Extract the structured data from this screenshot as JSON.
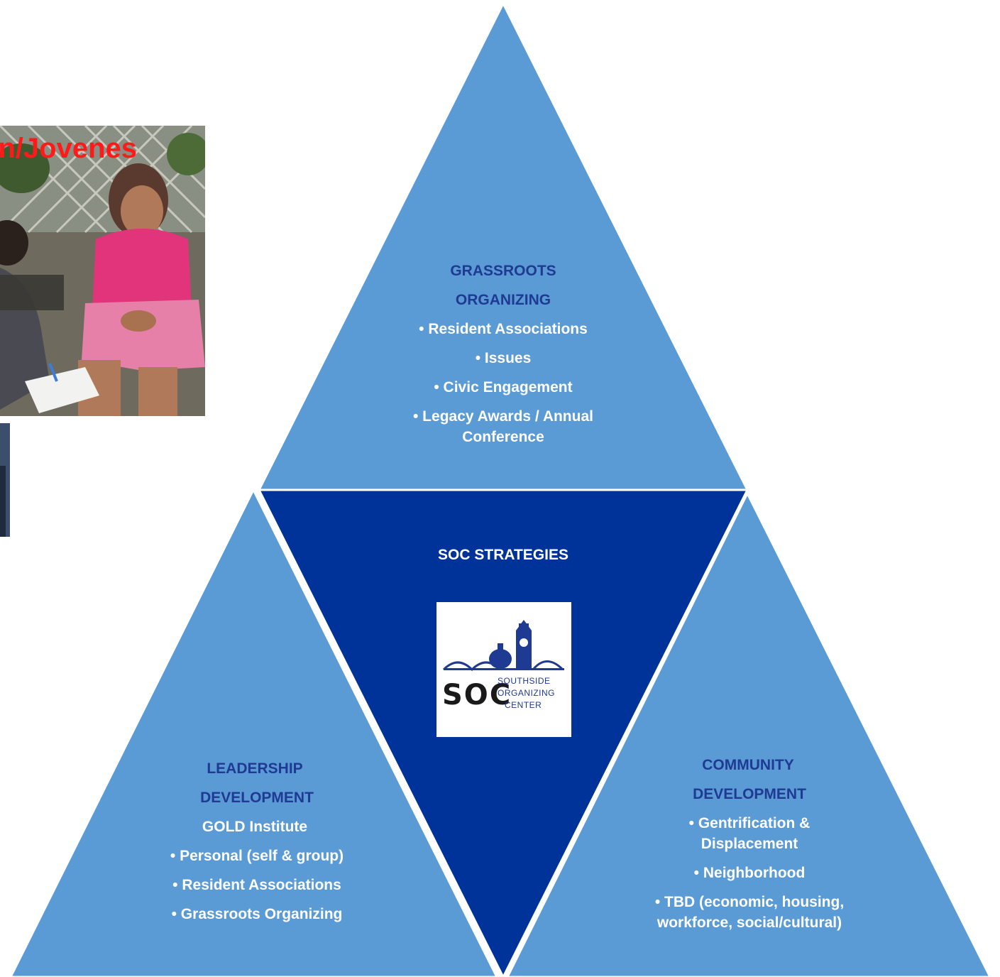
{
  "colors": {
    "outer_triangle": "#5b9bd5",
    "center_triangle": "#003399",
    "heading_text": "#1f3a93",
    "body_text": "#ffffff",
    "overlay_text": "#ff1a1a"
  },
  "photo": {
    "overlay_text": "n/Jovenes"
  },
  "center": {
    "title": "SOC STRATEGIES",
    "logo": {
      "letters": "SOC",
      "line1": "SOUTHSIDE",
      "line2": "ORGANIZING",
      "line3": "CENTER"
    }
  },
  "top": {
    "heading_line1": "GRASSROOTS",
    "heading_line2": "ORGANIZING",
    "items": [
      "• Resident Associations",
      "• Issues",
      "• Civic Engagement",
      "• Legacy Awards / Annual Conference"
    ]
  },
  "left": {
    "heading_line1": "LEADERSHIP",
    "heading_line2": "DEVELOPMENT",
    "subheading": "GOLD Institute",
    "items": [
      "• Personal (self & group)",
      "• Resident Associations",
      "• Grassroots Organizing"
    ]
  },
  "right": {
    "heading_line1": "COMMUNITY",
    "heading_line2": "DEVELOPMENT",
    "items": [
      "• Gentrification & Displacement",
      "• Neighborhood",
      "• TBD (economic, housing, workforce, social/cultural)"
    ]
  }
}
